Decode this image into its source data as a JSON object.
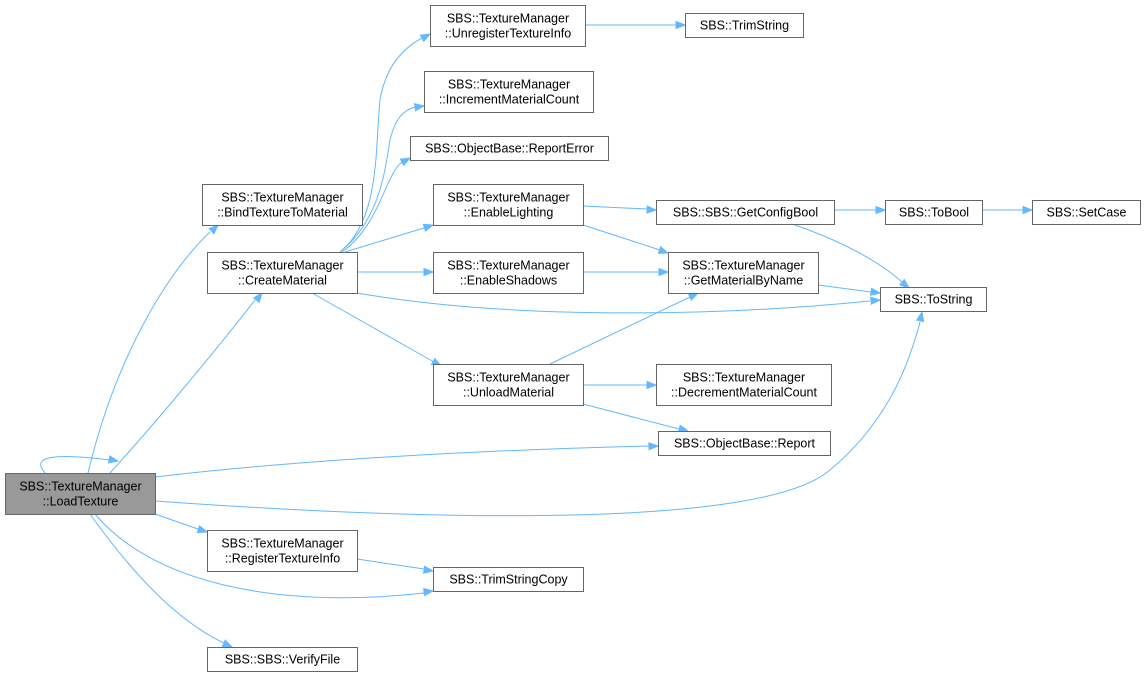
{
  "diagram": {
    "type": "call-graph",
    "edge_color": "#63b8ff",
    "node_border_color": "#666666",
    "root_fill_color": "#999999",
    "nodes": [
      {
        "id": "load_texture",
        "lines": [
          "SBS::TextureManager",
          "::LoadTexture"
        ],
        "root": true
      },
      {
        "id": "bind_texture_to_material",
        "lines": [
          "SBS::TextureManager",
          "::BindTextureToMaterial"
        ]
      },
      {
        "id": "create_material",
        "lines": [
          "SBS::TextureManager",
          "::CreateMaterial"
        ]
      },
      {
        "id": "register_texture_info",
        "lines": [
          "SBS::TextureManager",
          "::RegisterTextureInfo"
        ]
      },
      {
        "id": "verify_file",
        "lines": [
          "SBS::SBS::VerifyFile"
        ]
      },
      {
        "id": "unregister_texture_info",
        "lines": [
          "SBS::TextureManager",
          "::UnregisterTextureInfo"
        ]
      },
      {
        "id": "increment_material_count",
        "lines": [
          "SBS::TextureManager",
          "::IncrementMaterialCount"
        ]
      },
      {
        "id": "report_error",
        "lines": [
          "SBS::ObjectBase::ReportError"
        ]
      },
      {
        "id": "enable_lighting",
        "lines": [
          "SBS::TextureManager",
          "::EnableLighting"
        ]
      },
      {
        "id": "enable_shadows",
        "lines": [
          "SBS::TextureManager",
          "::EnableShadows"
        ]
      },
      {
        "id": "unload_material",
        "lines": [
          "SBS::TextureManager",
          "::UnloadMaterial"
        ]
      },
      {
        "id": "trim_string_copy",
        "lines": [
          "SBS::TrimStringCopy"
        ]
      },
      {
        "id": "trim_string",
        "lines": [
          "SBS::TrimString"
        ]
      },
      {
        "id": "get_config_bool",
        "lines": [
          "SBS::SBS::GetConfigBool"
        ]
      },
      {
        "id": "get_material_by_name",
        "lines": [
          "SBS::TextureManager",
          "::GetMaterialByName"
        ]
      },
      {
        "id": "decrement_material_count",
        "lines": [
          "SBS::TextureManager",
          "::DecrementMaterialCount"
        ]
      },
      {
        "id": "report",
        "lines": [
          "SBS::ObjectBase::Report"
        ]
      },
      {
        "id": "to_bool",
        "lines": [
          "SBS::ToBool"
        ]
      },
      {
        "id": "to_string",
        "lines": [
          "SBS::ToString"
        ]
      },
      {
        "id": "set_case",
        "lines": [
          "SBS::SetCase"
        ]
      }
    ],
    "edges": [
      {
        "from": "load_texture",
        "to": "load_texture"
      },
      {
        "from": "load_texture",
        "to": "bind_texture_to_material"
      },
      {
        "from": "load_texture",
        "to": "create_material"
      },
      {
        "from": "load_texture",
        "to": "report"
      },
      {
        "from": "load_texture",
        "to": "to_string"
      },
      {
        "from": "load_texture",
        "to": "register_texture_info"
      },
      {
        "from": "load_texture",
        "to": "trim_string_copy"
      },
      {
        "from": "load_texture",
        "to": "verify_file"
      },
      {
        "from": "create_material",
        "to": "unregister_texture_info"
      },
      {
        "from": "create_material",
        "to": "increment_material_count"
      },
      {
        "from": "create_material",
        "to": "report_error"
      },
      {
        "from": "create_material",
        "to": "enable_lighting"
      },
      {
        "from": "create_material",
        "to": "enable_shadows"
      },
      {
        "from": "create_material",
        "to": "to_string"
      },
      {
        "from": "create_material",
        "to": "unload_material"
      },
      {
        "from": "unregister_texture_info",
        "to": "trim_string"
      },
      {
        "from": "enable_lighting",
        "to": "get_config_bool"
      },
      {
        "from": "enable_lighting",
        "to": "get_material_by_name"
      },
      {
        "from": "enable_shadows",
        "to": "get_material_by_name"
      },
      {
        "from": "get_config_bool",
        "to": "to_bool"
      },
      {
        "from": "get_config_bool",
        "to": "to_string"
      },
      {
        "from": "to_bool",
        "to": "set_case"
      },
      {
        "from": "get_material_by_name",
        "to": "to_string"
      },
      {
        "from": "unload_material",
        "to": "get_material_by_name"
      },
      {
        "from": "unload_material",
        "to": "decrement_material_count"
      },
      {
        "from": "unload_material",
        "to": "report"
      },
      {
        "from": "register_texture_info",
        "to": "trim_string_copy"
      }
    ]
  }
}
